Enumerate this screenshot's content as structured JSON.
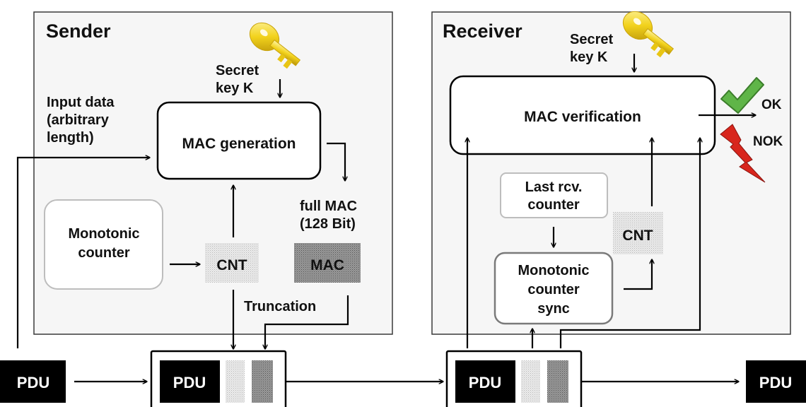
{
  "sender": {
    "title": "Sender",
    "secret_key_line1": "Secret",
    "secret_key_line2": "key K",
    "input_line1": "Input data",
    "input_line2": "(arbitrary",
    "input_line3": "length)",
    "mac_generation": "MAC generation",
    "counter_line1": "Monotonic",
    "counter_line2": "counter",
    "cnt": "CNT",
    "mac": "MAC",
    "full_mac_line1": "full MAC",
    "full_mac_line2": "(128 Bit)",
    "truncation": "Truncation"
  },
  "receiver": {
    "title": "Receiver",
    "secret_key_line1": "Secret",
    "secret_key_line2": "key K",
    "mac_verification": "MAC verification",
    "ok": "OK",
    "nok": "NOK",
    "last_line1": "Last rcv.",
    "last_line2": "counter",
    "sync_line1": "Monotonic",
    "sync_line2": "counter",
    "sync_line3": "sync",
    "cnt": "CNT"
  },
  "pdu": {
    "left": "PDU",
    "secured_left": "PDU",
    "secured_right": "PDU",
    "right": "PDU"
  },
  "colors": {
    "key": "#f2d21c",
    "check": "#5fb548",
    "lightning": "#d8261d"
  }
}
